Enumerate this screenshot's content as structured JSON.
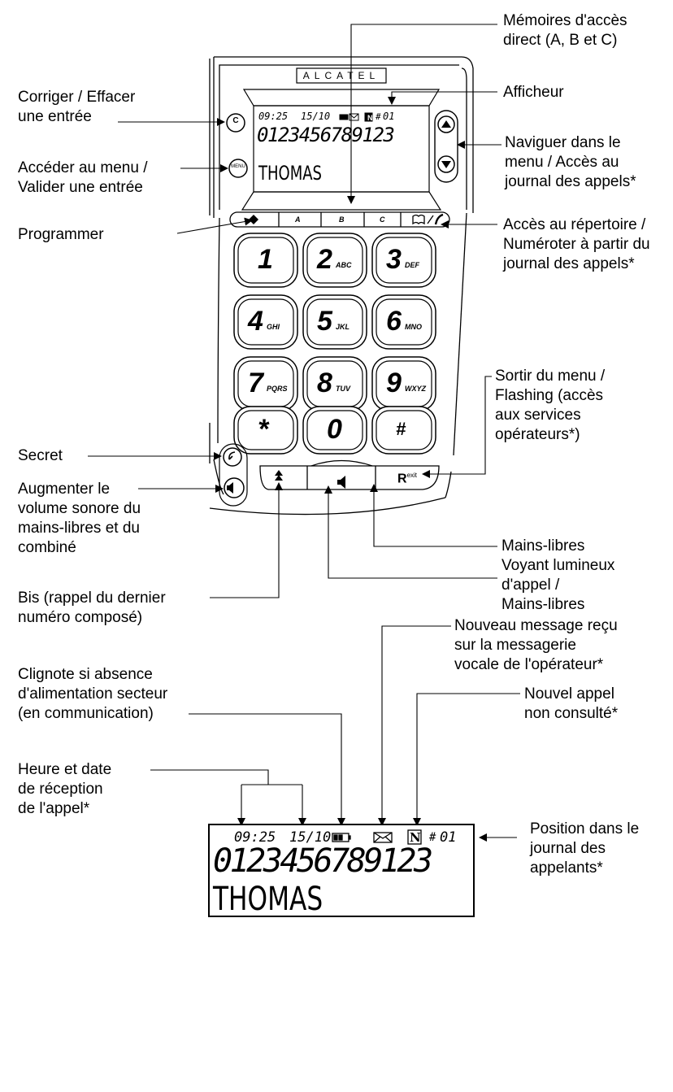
{
  "labels": {
    "memoires": "Mémoires d'accès\ndirect (A, B et C)",
    "afficheur": "Afficheur",
    "corriger": "Corriger / Effacer\nune entrée",
    "naviguer": "Naviguer dans le\nmenu / Accès au\njournal des appels*",
    "acceder_menu": "Accéder au menu /\nValider une entrée",
    "programmer": "Programmer",
    "repertoire": "Accès au répertoire /\nNuméroter à partir du\njournal des appels*",
    "sortir": "Sortir du menu /\nFlashing (accès\naux services\nopérateurs*)",
    "secret": "Secret",
    "augmenter": "Augmenter le\nvolume sonore du\nmains-libres et du\ncombiné",
    "mains_libres": "Mains-libres",
    "voyant": "Voyant lumineux\nd'appel /\nMains-libres",
    "bis": "Bis (rappel du dernier\nnuméro composé)",
    "nouveau_message": "Nouveau message reçu\nsur la messagerie\nvocale de l'opérateur*",
    "clignote": "Clignote si absence\nd'alimentation secteur\n(en communication)",
    "nouvel_appel": "Nouvel appel\nnon consulté*",
    "heure_date": "Heure et date\nde réception\nde l'appel*",
    "position": "Position dans le\njournal des\nappelants*"
  },
  "phone": {
    "brand": "ALCATEL",
    "lcd_time": "09:25",
    "lcd_date": "15/10",
    "lcd_position": "01",
    "lcd_number": "0123456789123",
    "lcd_name": "THOMAS",
    "btn_c": "C",
    "btn_menu": "MENU",
    "memory_keys": [
      "A",
      "B",
      "C"
    ],
    "keys": [
      {
        "d": "1",
        "s": ""
      },
      {
        "d": "2",
        "s": "ABC"
      },
      {
        "d": "3",
        "s": "DEF"
      },
      {
        "d": "4",
        "s": "GHI"
      },
      {
        "d": "5",
        "s": "JKL"
      },
      {
        "d": "6",
        "s": "MNO"
      },
      {
        "d": "7",
        "s": "PQRS"
      },
      {
        "d": "8",
        "s": "TUV"
      },
      {
        "d": "9",
        "s": "WXYZ"
      },
      {
        "d": "*",
        "s": ""
      },
      {
        "d": "0",
        "s": ""
      },
      {
        "d": "#",
        "s": ""
      }
    ],
    "r_key": "R",
    "r_exit": "exit"
  },
  "detail_lcd": {
    "time": "09:25",
    "date": "15/10",
    "position": "01",
    "number": "0123456789123",
    "name": "THOMAS"
  }
}
